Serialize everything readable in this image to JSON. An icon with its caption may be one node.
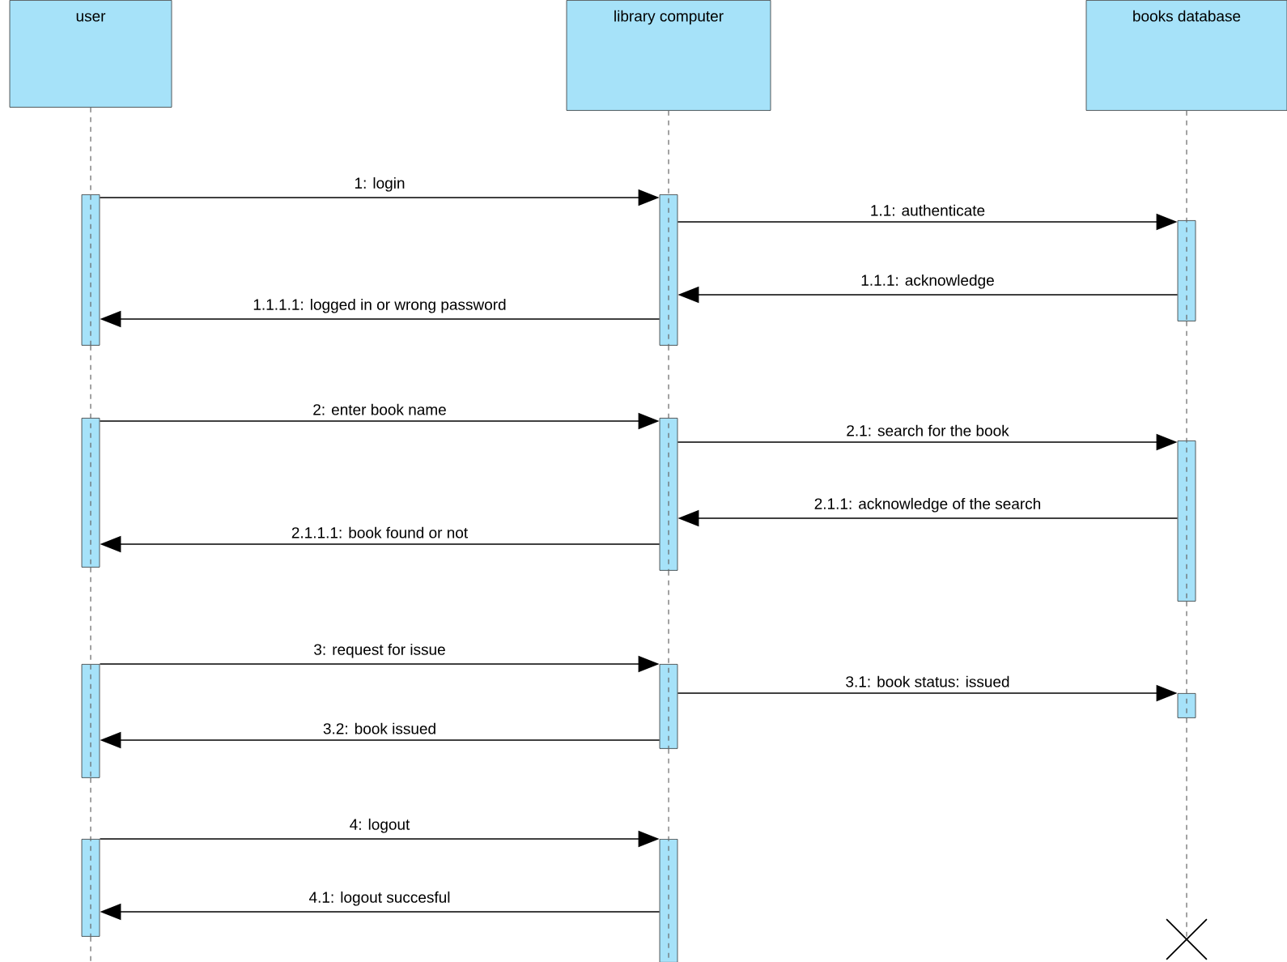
{
  "diagram": {
    "nodes": [
      {
        "text": [
          "user"
        ]
      },
      {
        "text": [
          "library computer"
        ]
      },
      {
        "text": [
          "books database"
        ]
      },
      {
        "text": [],
        "shape": "bar"
      },
      {
        "text": [],
        "shape": "bar"
      },
      {
        "text": [],
        "shape": "bar"
      },
      {
        "text": [],
        "shape": "bar"
      },
      {
        "text": [],
        "shape": "bar"
      },
      {
        "text": [],
        "shape": "bar"
      },
      {
        "text": [],
        "shape": "bar"
      },
      {
        "text": [],
        "shape": "bar"
      },
      {
        "text": [],
        "shape": "bar"
      },
      {
        "text": [],
        "shape": "bar"
      },
      {
        "text": [],
        "shape": "bar"
      },
      {
        "text": [],
        "shape": "cross"
      }
    ],
    "edges": [
      {
        "from": 3,
        "to": 4,
        "arrow": "to",
        "label": "1: login"
      },
      {
        "from": 4,
        "to": 5,
        "arrow": "to",
        "label": "1.1: authenticate"
      },
      {
        "from": 5,
        "to": 4,
        "arrow": "to",
        "label": "1.1.1: acknowledge"
      },
      {
        "from": 4,
        "to": 3,
        "arrow": "to",
        "label": "1.1.1.1: logged in or wrong password"
      },
      {
        "from": 6,
        "to": 7,
        "arrow": "to",
        "label": "2: enter book name"
      },
      {
        "from": 7,
        "to": 8,
        "arrow": "to",
        "label": "2.1: search for the book"
      },
      {
        "from": 8,
        "to": 7,
        "arrow": "to",
        "label": "2.1.1: acknowledge of the search"
      },
      {
        "from": 7,
        "to": 6,
        "arrow": "to",
        "label": "2.1.1.1: book found or not"
      },
      {
        "from": 9,
        "to": 10,
        "arrow": "to",
        "label": "3: request for issue"
      },
      {
        "from": 10,
        "to": 11,
        "arrow": "to",
        "label": "3.1: book status: issued"
      },
      {
        "from": 10,
        "to": 9,
        "arrow": "to",
        "label": "3.2: book issued"
      },
      {
        "from": 12,
        "to": 13,
        "arrow": "to",
        "label": "4: logout"
      },
      {
        "from": 13,
        "to": 12,
        "arrow": "to",
        "label": "4.1: logout succesful"
      },
      {
        "from": 0,
        "to": 3,
        "arrow": "none",
        "style": "dashed",
        "color": "#666666"
      },
      {
        "from": 3,
        "to": 6,
        "arrow": "none",
        "style": "dashed",
        "color": "#666666"
      },
      {
        "from": 6,
        "to": 9,
        "arrow": "none",
        "style": "dashed",
        "color": "#666666"
      },
      {
        "from": 9,
        "to": 12,
        "arrow": "none",
        "style": "dashed",
        "color": "#666666"
      },
      {
        "from": 12,
        "to": null,
        "arrow": "none",
        "style": "dashed",
        "color": "#666666"
      },
      {
        "from": 1,
        "to": 4,
        "arrow": "none",
        "style": "dashed",
        "color": "#666666"
      },
      {
        "from": 4,
        "to": 7,
        "arrow": "none",
        "style": "dashed",
        "color": "#666666"
      },
      {
        "from": 7,
        "to": 10,
        "arrow": "none",
        "style": "dashed",
        "color": "#666666"
      },
      {
        "from": 10,
        "to": 13,
        "arrow": "none",
        "style": "dashed",
        "color": "#666666"
      },
      {
        "from": 2,
        "to": 5,
        "arrow": "none",
        "style": "dashed",
        "color": "#666666"
      },
      {
        "from": 5,
        "to": 8,
        "arrow": "none",
        "style": "dashed",
        "color": "#666666"
      },
      {
        "from": 8,
        "to": 11,
        "arrow": "none",
        "style": "dashed",
        "color": "#666666"
      },
      {
        "from": 11,
        "to": 14,
        "arrow": "none",
        "style": "dashed",
        "color": "#666666"
      }
    ]
  }
}
